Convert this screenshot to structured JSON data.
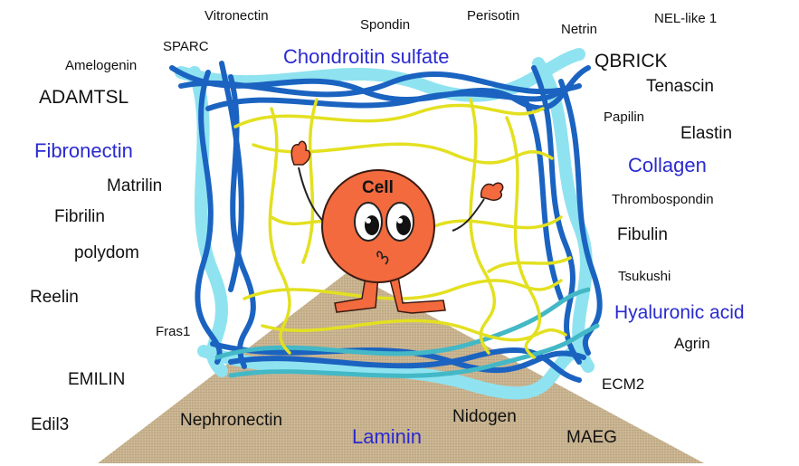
{
  "colors": {
    "background": "#ffffff",
    "basement_membrane": "#c8b28e",
    "collagen_fiber": "#1b63c0",
    "collagen_halo": "#8fe3f0",
    "laminin_fiber": "#43b8c6",
    "yellow_fiber": "#e3e020",
    "cell_body": "#f26a3e",
    "cell_outline": "#3a1a10",
    "emphasis_text": "#2a2ad0",
    "plain_text": "#111111"
  },
  "cell": {
    "label": "Cell",
    "icon": "cartoon-cell-character"
  },
  "emphasized_components": {
    "chondroitin_sulfate": "Chondroitin sulfate",
    "fibronectin": "Fibronectin",
    "collagen": "Collagen",
    "hyaluronic_acid": "Hyaluronic acid",
    "laminin": "Laminin"
  },
  "proteins": {
    "vitronectin": "Vitronectin",
    "spondin": "Spondin",
    "perisotin": "Perisotin",
    "netrin": "Netrin",
    "nel_like_1": "NEL-like 1",
    "sparc": "SPARC",
    "amelogenin": "Amelogenin",
    "adamtsl": "ADAMTSL",
    "qbrick": "QBRICK",
    "tenascin": "Tenascin",
    "papilin": "Papilin",
    "elastin": "Elastin",
    "matrilin": "Matrilin",
    "fibrilin": "Fibrilin",
    "thrombospondin": "Thrombospondin",
    "polydom": "polydom",
    "fibulin": "Fibulin",
    "tsukushi": "Tsukushi",
    "reelin": "Reelin",
    "fras1": "Fras1",
    "agrin": "Agrin",
    "emilin": "EMILIN",
    "ecm2": "ECM2",
    "edil3": "Edil3",
    "nephronectin": "Nephronectin",
    "nidogen": "Nidogen",
    "maeg": "MAEG"
  }
}
